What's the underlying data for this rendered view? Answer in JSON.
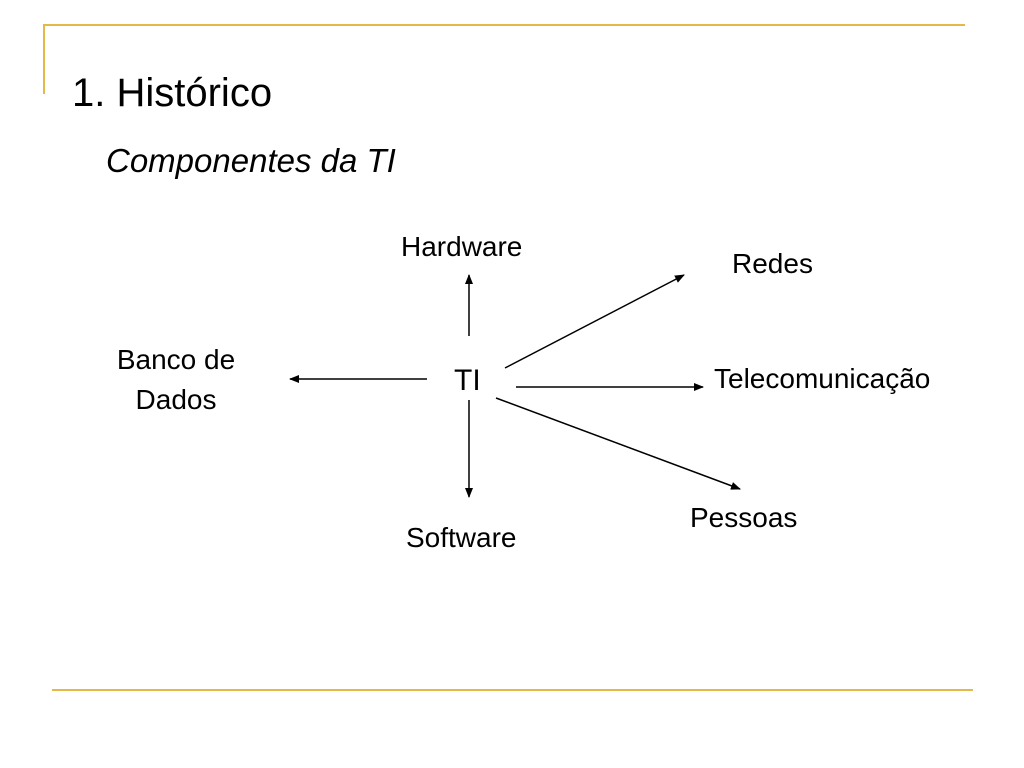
{
  "slide": {
    "title": "1. Histórico",
    "subtitle": "Componentes da TI"
  },
  "diagram": {
    "center": "TI",
    "nodes": {
      "hardware": "Hardware",
      "redes": "Redes",
      "telecomunicacao": "Telecomunicação",
      "pessoas": "Pessoas",
      "software": "Software",
      "banco_de_dados_line1": "Banco de",
      "banco_de_dados_line2": "Dados"
    }
  },
  "colors": {
    "frame_accent": "#e6b84a",
    "text": "#000000",
    "arrows": "#000000"
  }
}
